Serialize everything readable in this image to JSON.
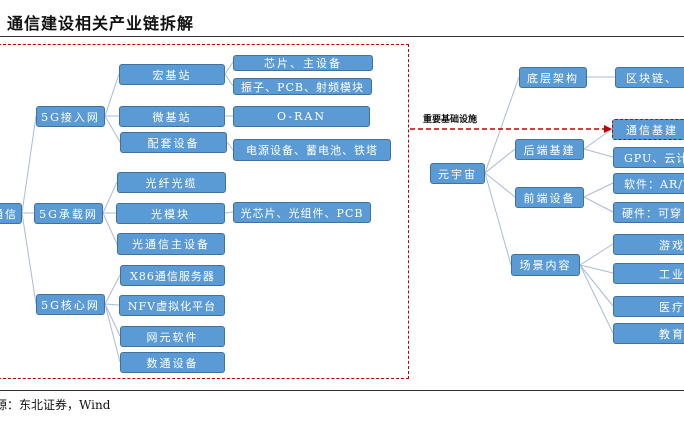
{
  "title": "通信建设相关产业链拆解",
  "left": {
    "root": "通信",
    "level1": [
      "5G接入网",
      "5G承载网",
      "5G核心网"
    ],
    "level2": [
      "宏基站",
      "微基站",
      "配套设备",
      "光纤光缆",
      "光模块",
      "光通信主设备",
      "X86通信服务器",
      "NFV虚拟化平台",
      "网元软件",
      "数通设备"
    ],
    "level3": [
      "芯片、主设备",
      "振子、PCB、射频模块",
      "O-RAN",
      "电源设备、蓄电池、铁塔",
      "光芯片、光组件、PCB"
    ]
  },
  "arrow_label": "重要基础设施",
  "right": {
    "root": "元宇宙",
    "level1": [
      "底层架构",
      "后端基建",
      "前端设备",
      "场景内容"
    ],
    "level2": [
      "区块链、",
      "通信基建",
      "GPU、云计",
      "软件：AR/V",
      "硬件：可穿",
      "游戏",
      "工业",
      "医疗",
      "教育"
    ]
  },
  "source": "源：东北证券，Wind",
  "colors": {
    "box": "#5b9bd5",
    "border": "#41719c",
    "highlight": "#c00000"
  }
}
